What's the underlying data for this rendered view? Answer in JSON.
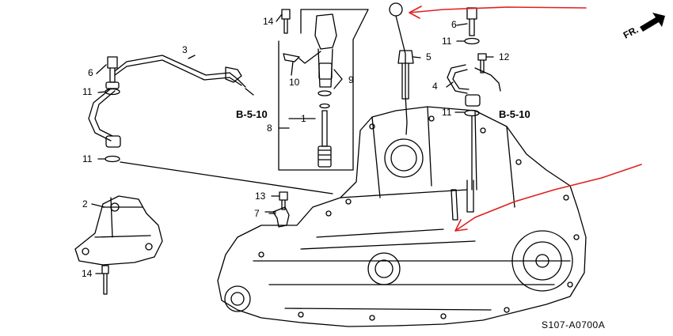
{
  "diagram": {
    "part_labels": {
      "n1": "1",
      "n2": "2",
      "n3": "3",
      "n4": "4",
      "n5": "5",
      "n6a": "6",
      "n6b": "6",
      "n7": "7",
      "n8": "8",
      "n9": "9",
      "n10": "10",
      "n11a": "11",
      "n11b": "11",
      "n11c": "11",
      "n11d": "11",
      "n12": "12",
      "n13": "13",
      "n14a": "14",
      "n14b": "14"
    },
    "references": {
      "left": "B-5-10",
      "right": "B-5-10"
    },
    "direction_label": "FR.",
    "diagram_code": "S107-A0700A",
    "colors": {
      "line": "#000000",
      "annotation": "#e02020",
      "background": "#ffffff"
    }
  }
}
